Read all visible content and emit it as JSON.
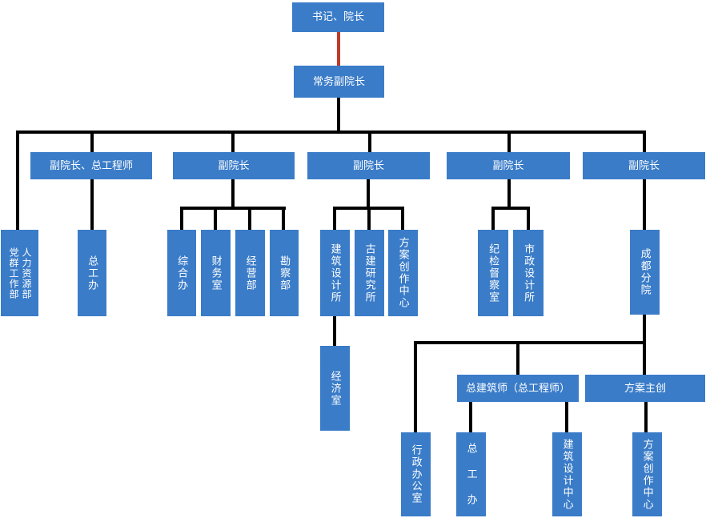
{
  "colors": {
    "box_fill": "#3a7cc8",
    "box_text": "#ffffff",
    "connector": "#000000",
    "top_connector_red": "#c0392b",
    "background": "#ffffff"
  },
  "nodes": {
    "secretary_dean": {
      "label": "书记、院长"
    },
    "exec_vice_dean": {
      "label": "常务副院长"
    },
    "vp_chief_engineer": {
      "label": "副院长、总工程师"
    },
    "vp1": {
      "label": "副院长"
    },
    "vp2": {
      "label": "副院长"
    },
    "vp3": {
      "label": "副院长"
    },
    "vp4": {
      "label": "副院长"
    },
    "party_mass_dept": {
      "label": "党群工作部"
    },
    "hr_dept": {
      "label": "人力资源部"
    },
    "chief_engineer_office": {
      "label": "总工办"
    },
    "general_office": {
      "label": "综合办"
    },
    "finance_office": {
      "label": "财务室"
    },
    "business_dept": {
      "label": "经营部"
    },
    "survey_dept": {
      "label": "勘察部"
    },
    "arch_design_institute": {
      "label": "建筑设计所"
    },
    "ancient_arch_institute": {
      "label": "古建研究所"
    },
    "scheme_creation_center": {
      "label": "方案创作中心"
    },
    "discipline_office": {
      "label": "纪检督察室"
    },
    "municipal_design_institute": {
      "label": "市政设计所"
    },
    "chengdu_branch": {
      "label": "成都分院"
    },
    "economic_office": {
      "label": "经济室"
    },
    "chief_architect": {
      "label": "总建筑师（总工程师）"
    },
    "scheme_lead": {
      "label": "方案主创"
    },
    "admin_office": {
      "label": "行政办公室"
    },
    "chief_engineer_office_branch": {
      "label": "总 工 办"
    },
    "arch_design_center": {
      "label": "建筑设计中心"
    },
    "scheme_creation_center_branch": {
      "label": "方案创作中心"
    }
  },
  "structure": {
    "edges": [
      [
        "secretary_dean",
        "exec_vice_dean"
      ],
      [
        "exec_vice_dean",
        "party_mass_dept+hr_dept"
      ],
      [
        "exec_vice_dean",
        "vp_chief_engineer"
      ],
      [
        "exec_vice_dean",
        "vp1"
      ],
      [
        "exec_vice_dean",
        "vp2"
      ],
      [
        "exec_vice_dean",
        "vp3"
      ],
      [
        "exec_vice_dean",
        "vp4"
      ],
      [
        "vp_chief_engineer",
        "chief_engineer_office"
      ],
      [
        "vp1",
        "general_office"
      ],
      [
        "vp1",
        "finance_office"
      ],
      [
        "vp1",
        "business_dept"
      ],
      [
        "vp1",
        "survey_dept"
      ],
      [
        "vp2",
        "arch_design_institute"
      ],
      [
        "vp2",
        "ancient_arch_institute"
      ],
      [
        "vp2",
        "scheme_creation_center"
      ],
      [
        "arch_design_institute",
        "economic_office"
      ],
      [
        "vp3",
        "discipline_office"
      ],
      [
        "vp3",
        "municipal_design_institute"
      ],
      [
        "vp4",
        "chengdu_branch"
      ],
      [
        "chengdu_branch",
        "admin_office"
      ],
      [
        "chengdu_branch",
        "chief_architect"
      ],
      [
        "chengdu_branch",
        "scheme_lead"
      ],
      [
        "chief_architect",
        "chief_engineer_office_branch"
      ],
      [
        "chief_architect",
        "arch_design_center"
      ],
      [
        "scheme_lead",
        "scheme_creation_center_branch"
      ]
    ]
  }
}
